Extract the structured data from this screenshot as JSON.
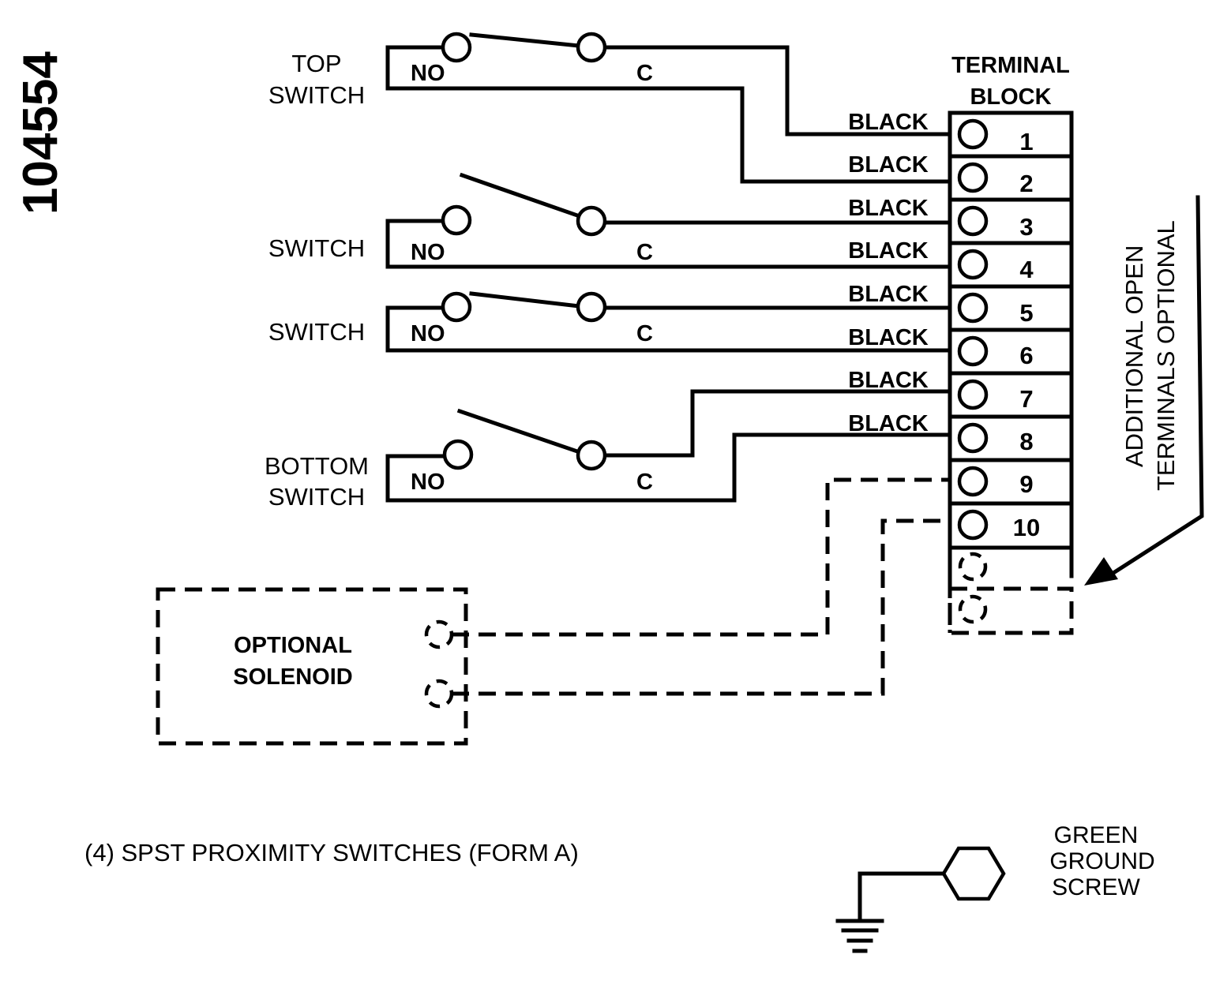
{
  "drawing_number": "104554",
  "terminal_block": {
    "title_line1": "TERMINAL",
    "title_line2": "BLOCK"
  },
  "terminal_numbers": [
    "1",
    "2",
    "3",
    "4",
    "5",
    "6",
    "7",
    "8",
    "9",
    "10"
  ],
  "wire_labels": [
    "BLACK",
    "BLACK",
    "BLACK",
    "BLACK",
    "BLACK",
    "BLACK",
    "BLACK",
    "BLACK"
  ],
  "switches": {
    "top": {
      "label_line1": "TOP",
      "label_line2": "SWITCH",
      "no": "NO",
      "c": "C"
    },
    "second": {
      "label": "SWITCH",
      "no": "NO",
      "c": "C"
    },
    "third": {
      "label": "SWITCH",
      "no": "NO",
      "c": "C"
    },
    "bottom": {
      "label_line1": "BOTTOM",
      "label_line2": "SWITCH",
      "no": "NO",
      "c": "C"
    }
  },
  "solenoid": {
    "line1": "OPTIONAL",
    "line2": "SOLENOID"
  },
  "additional_note": {
    "line1": "ADDITIONAL OPEN",
    "line2": "TERMINALS OPTIONAL"
  },
  "footnote": "(4) SPST PROXIMITY SWITCHES (FORM A)",
  "ground": {
    "line1": "GREEN",
    "line2": "GROUND",
    "line3": "SCREW"
  }
}
